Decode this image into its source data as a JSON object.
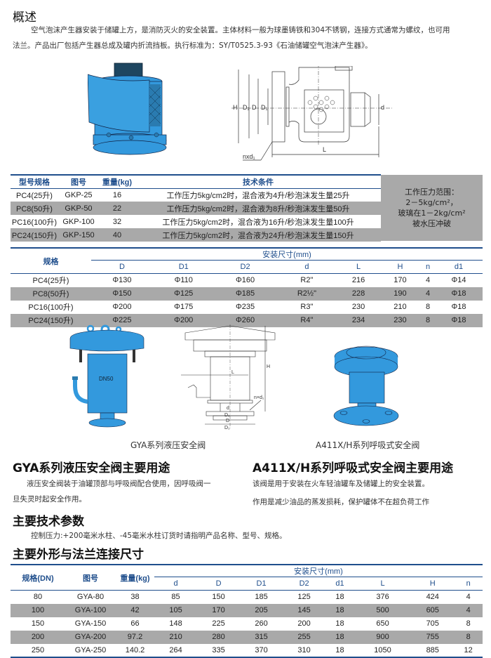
{
  "overview": {
    "title": "概述",
    "paragraph_line1": "空气泡沫产生器安装于储罐上方，是消防灭火的安全装置。主体材料一般为球墨铸铁和304不锈钢，连接方式通常为螺纹，也可用",
    "paragraph_line2": "法兰。产品出厂包括产生器总成及罐内折流挡板。执行标准为：SY/T0525.3-93《石油储罐空气泡沫产生器》。"
  },
  "figure1": {
    "drawing_labels": [
      "H",
      "D2",
      "D",
      "D1",
      "d",
      "L",
      "nxd1"
    ]
  },
  "table1": {
    "headers": [
      "型号规格",
      "图号",
      "重量(kg)",
      "技术条件"
    ],
    "rows": [
      [
        "PC4(25升)",
        "GKP-25",
        "16",
        "工作压力5kg/cm2时，混合液为4升/秒泡沫发生量25升"
      ],
      [
        "PC8(50升)",
        "GKP-50",
        "22",
        "工作压力5kg/cm2时，混合液为8升/秒泡沫发生量50升"
      ],
      [
        "PC16(100升)",
        "GKP-100",
        "32",
        "工作压力5kg/cm2时，混合液为16升/秒泡沫发生量100升"
      ],
      [
        "PC24(150升)",
        "GKP-150",
        "40",
        "工作压力5kg/cm2时，混合液为24升/秒泡沫发生量150升"
      ]
    ],
    "side_note": [
      "工作压力范围：",
      "2－5kg/cm²，",
      "玻璃在1－2kg/cm²",
      "被水压冲破"
    ]
  },
  "table2": {
    "spec_header": "规格",
    "group_header": "安装尺寸(mm)",
    "columns": [
      "D",
      "D1",
      "D2",
      "d",
      "L",
      "H",
      "n",
      "d1"
    ],
    "rows": [
      [
        "PC4(25升)",
        "Φ130",
        "Φ110",
        "Φ160",
        "R2\"",
        "216",
        "170",
        "4",
        "Φ14"
      ],
      [
        "PC8(50升)",
        "Φ150",
        "Φ125",
        "Φ185",
        "R2½\"",
        "228",
        "190",
        "4",
        "Φ18"
      ],
      [
        "PC16(100升)",
        "Φ200",
        "Φ175",
        "Φ235",
        "R3\"",
        "230",
        "210",
        "8",
        "Φ18"
      ],
      [
        "PC24(150升)",
        "Φ225",
        "Φ200",
        "Φ260",
        "R4\"",
        "234",
        "230",
        "8",
        "Φ18"
      ]
    ]
  },
  "figure2": {
    "body_label": "DN50",
    "drawing_labels": [
      "H",
      "L",
      "d",
      "D2",
      "D",
      "D1",
      "n×d1"
    ],
    "caption": "GYA系列液压安全阀"
  },
  "figure3": {
    "caption": "A411X/H系列呼吸式安全阀"
  },
  "gya_section": {
    "title": "GYA系列液压安全阀主要用途",
    "line1": "液压安全阀装于油罐顶部与呼吸阀配合使用，因呼吸阀一",
    "line2": "旦失灵时起安全作用。"
  },
  "a411_section": {
    "title": "A411X/H系列呼吸式安全阀主要用途",
    "line1": "该阀是用于安装在火车轻油罐车及储罐上的安全装置。",
    "line2": "作用是减少油品的蒸发损耗，保护罐体不在超负荷工作"
  },
  "tech_params": {
    "title": "主要技术参数",
    "text": "控制压力:+200毫米水柱、-45毫米水柱订货时请指明产品名称、型号、规格。"
  },
  "flange_section": {
    "title": "主要外形与法兰连接尺寸"
  },
  "table3": {
    "headers": [
      "规格(DN)",
      "图号",
      "重量(kg)"
    ],
    "group_header": "安装尺寸(mm)",
    "columns": [
      "d",
      "D",
      "D1",
      "D2",
      "d1",
      "L",
      "H",
      "n"
    ],
    "rows": [
      [
        "80",
        "GYA-80",
        "38",
        "85",
        "150",
        "185",
        "125",
        "18",
        "376",
        "424",
        "4"
      ],
      [
        "100",
        "GYA-100",
        "42",
        "105",
        "170",
        "205",
        "145",
        "18",
        "500",
        "605",
        "4"
      ],
      [
        "150",
        "GYA-150",
        "66",
        "148",
        "225",
        "260",
        "200",
        "18",
        "650",
        "705",
        "8"
      ],
      [
        "200",
        "GYA-200",
        "97.2",
        "210",
        "280",
        "315",
        "255",
        "18",
        "900",
        "755",
        "8"
      ],
      [
        "250",
        "GYA-250",
        "140.2",
        "264",
        "335",
        "370",
        "310",
        "18",
        "1050",
        "885",
        "12"
      ]
    ]
  },
  "colors": {
    "accent_blue": "#1f4e8c",
    "product_blue": "#3399dd",
    "row_grey": "#a9a9a9"
  }
}
